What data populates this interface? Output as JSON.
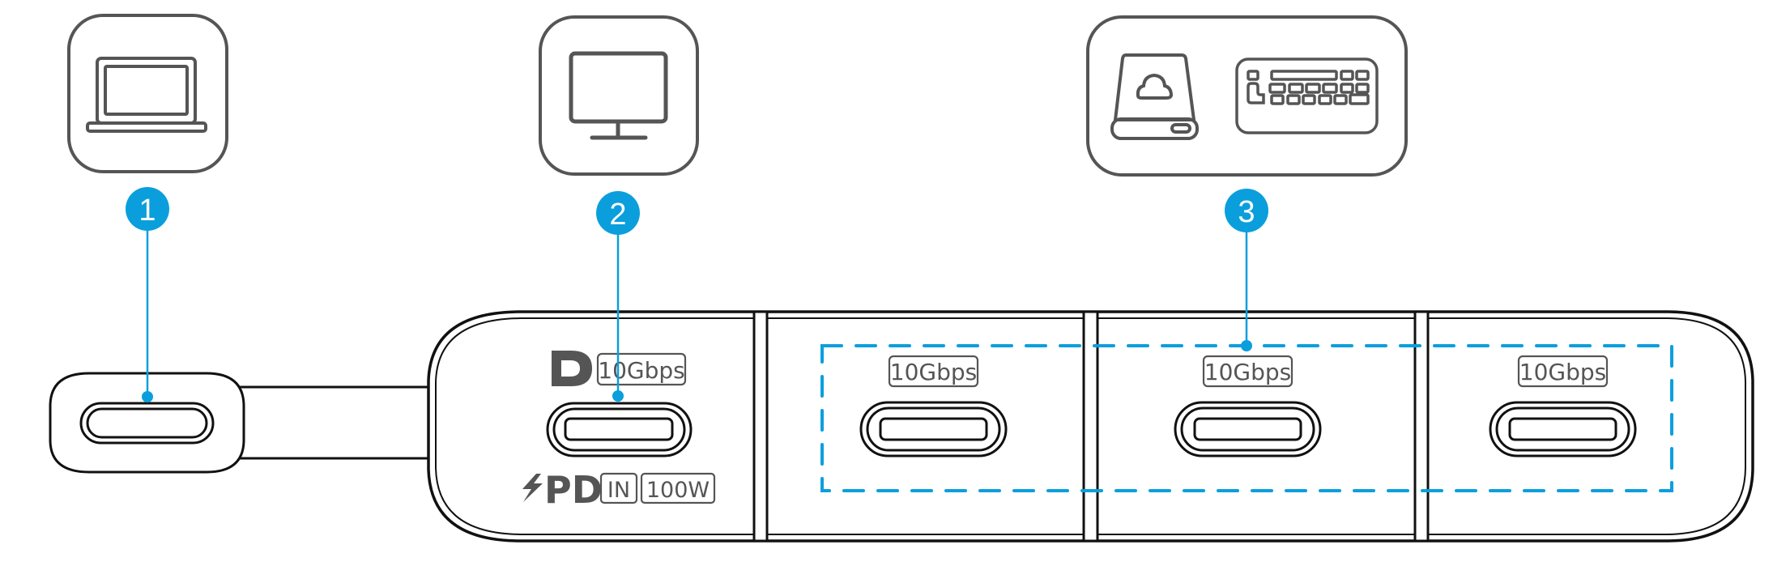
{
  "colors": {
    "accent": "#0a9fdc",
    "icon_gray": "#555555",
    "outline": "#111111"
  },
  "devices": [
    {
      "badge": "1",
      "icon": "laptop-icon",
      "label": "Laptop (host)"
    },
    {
      "badge": "2",
      "icon": "monitor-icon",
      "label": "Monitor"
    },
    {
      "badge": "3",
      "icons": [
        "external-drive-icon",
        "keyboard-icon"
      ],
      "label": "Drive / Keyboard"
    }
  ],
  "ports": {
    "port1": {
      "logo": "displayport-icon",
      "speed": "10Gbps",
      "pd_label": "PD",
      "pd_icon": "lightning-icon",
      "in_label": "IN",
      "power": "100W"
    },
    "port2": {
      "speed": "10Gbps"
    },
    "port3": {
      "speed": "10Gbps"
    },
    "port4": {
      "speed": "10Gbps"
    }
  }
}
